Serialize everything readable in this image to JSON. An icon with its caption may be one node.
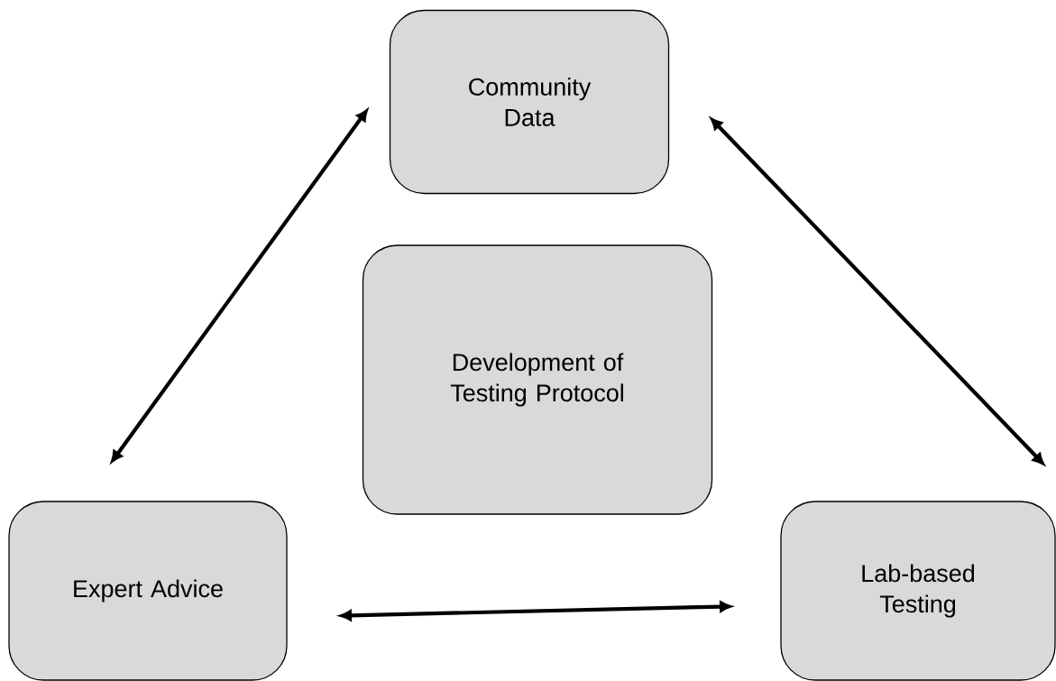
{
  "diagram": {
    "nodes": [
      {
        "text": [
          "Community Data"
        ]
      },
      {
        "text": [
          "Development of Testing Protocol"
        ]
      },
      {
        "text": [
          "Expert Advice"
        ]
      },
      {
        "text": [
          "Lab-based Testing"
        ]
      }
    ],
    "edges": [
      {
        "from": 2,
        "to": 0,
        "arrow": "both"
      },
      {
        "from": 0,
        "to": 3,
        "arrow": "both"
      },
      {
        "from": 2,
        "to": 3,
        "arrow": "both"
      }
    ]
  }
}
